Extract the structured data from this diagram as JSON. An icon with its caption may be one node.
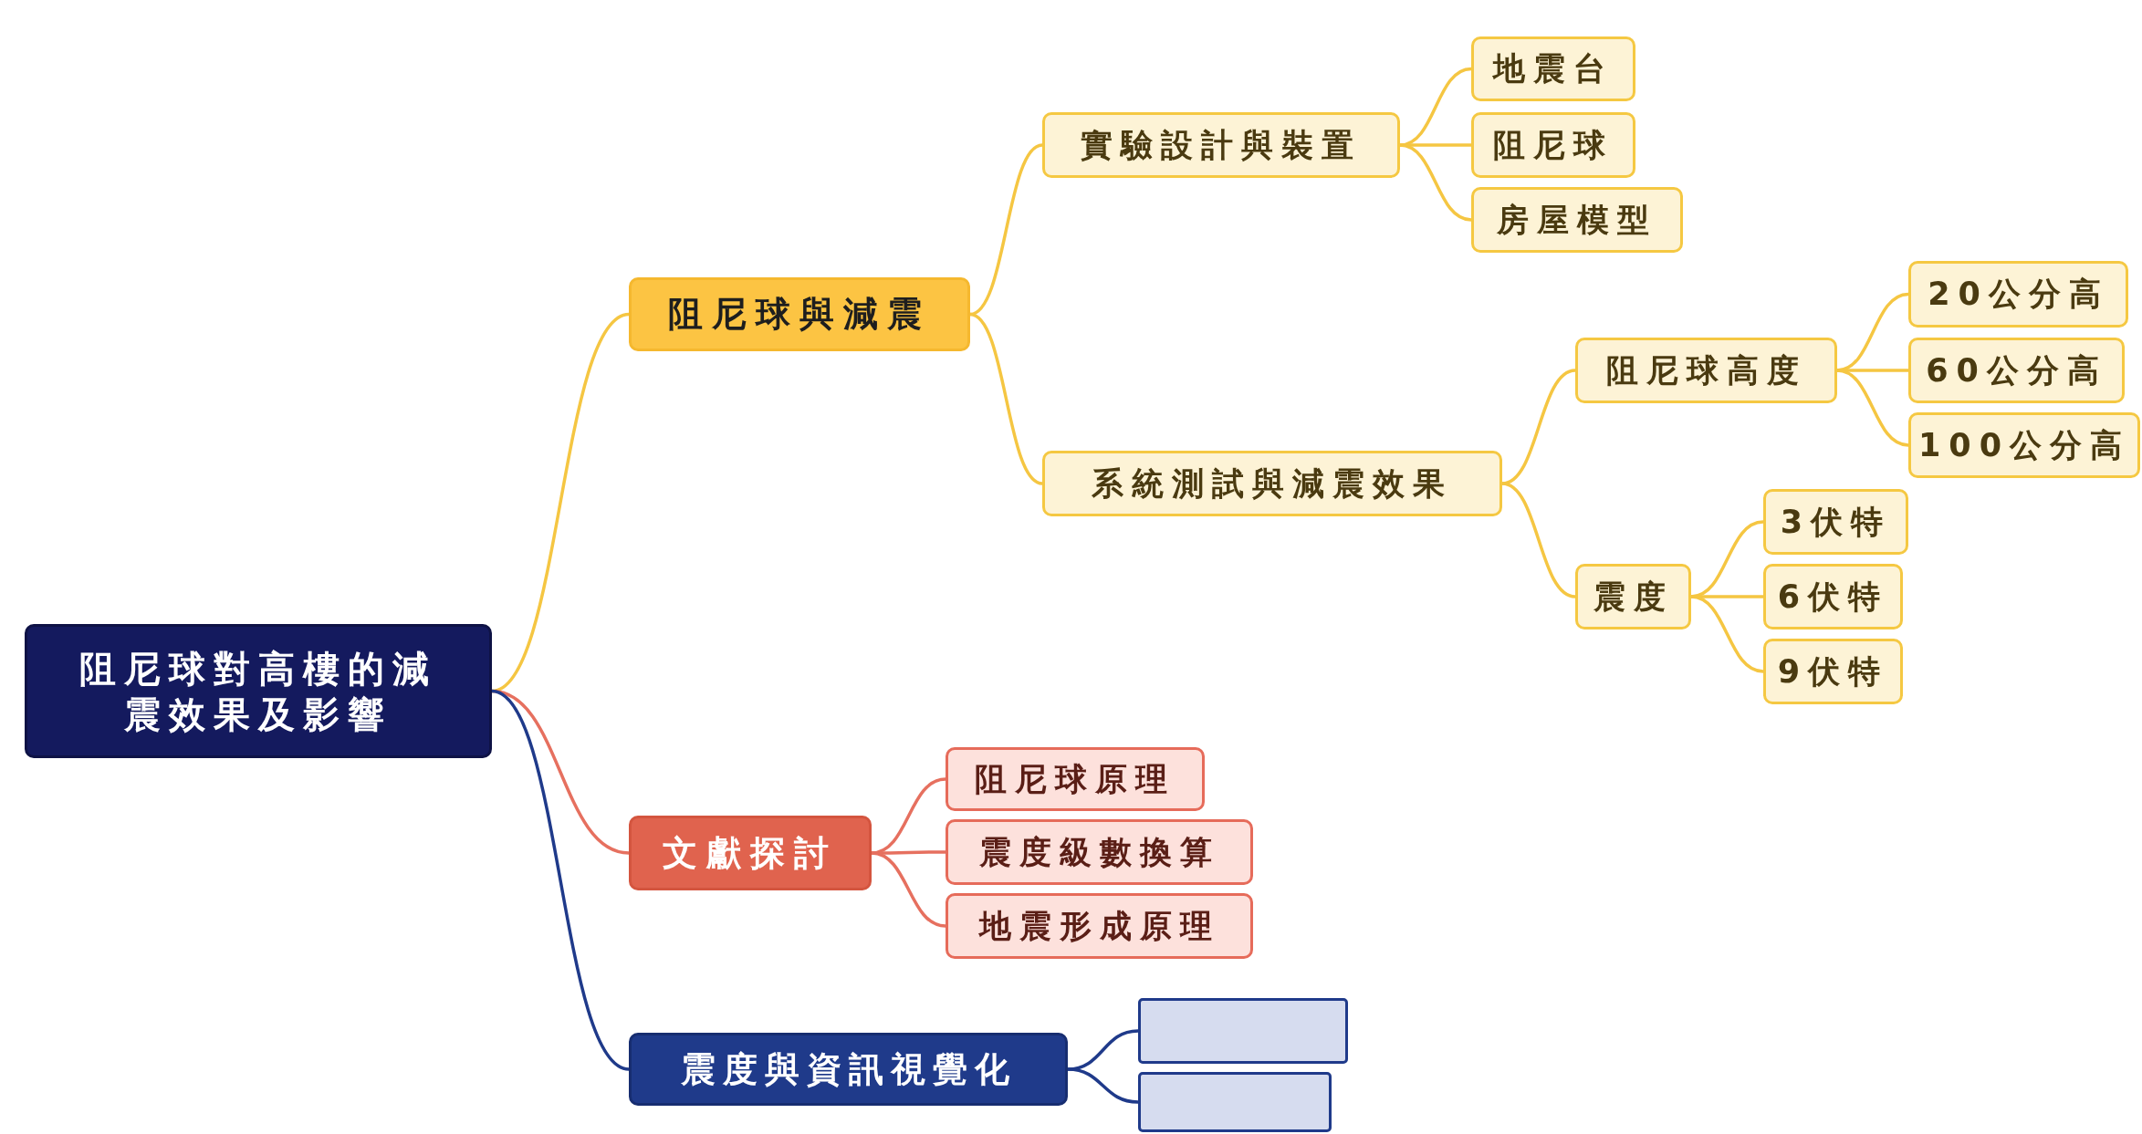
{
  "diagram": {
    "nodes": [
      {
        "text": [
          "阻尼球對高樓的減震效果及影響"
        ]
      },
      {
        "text": [
          "阻尼球與減震"
        ]
      },
      {
        "text": [
          "實驗設計與裝置"
        ]
      },
      {
        "text": [
          "地震台"
        ]
      },
      {
        "text": [
          "阻尼球"
        ]
      },
      {
        "text": [
          "房屋模型"
        ]
      },
      {
        "text": [
          "系統測試與減震效果"
        ]
      },
      {
        "text": [
          "阻尼球高度"
        ]
      },
      {
        "text": [
          "20公分高"
        ]
      },
      {
        "text": [
          "60公分高"
        ]
      },
      {
        "text": [
          "100公分高"
        ]
      },
      {
        "text": [
          "震度"
        ]
      },
      {
        "text": [
          "3伏特"
        ]
      },
      {
        "text": [
          "6伏特"
        ]
      },
      {
        "text": [
          "9伏特"
        ]
      },
      {
        "text": [
          "文獻探討"
        ]
      },
      {
        "text": [
          "阻尼球原理"
        ]
      },
      {
        "text": [
          "震度級數換算"
        ]
      },
      {
        "text": [
          "地震形成原理"
        ]
      },
      {
        "text": [
          "震度與資訊視覺化"
        ]
      },
      {
        "text": [],
        "shape": "box"
      },
      {
        "text": [],
        "shape": "box"
      }
    ],
    "edges": [
      {
        "from": 0,
        "to": 1,
        "arrow": "none"
      },
      {
        "from": 1,
        "to": 2,
        "arrow": "none"
      },
      {
        "from": 2,
        "to": 3,
        "arrow": "none"
      },
      {
        "from": 2,
        "to": 4,
        "arrow": "none"
      },
      {
        "from": 2,
        "to": 5,
        "arrow": "none"
      },
      {
        "from": 1,
        "to": 6,
        "arrow": "none"
      },
      {
        "from": 6,
        "to": 7,
        "arrow": "none"
      },
      {
        "from": 7,
        "to": 8,
        "arrow": "none"
      },
      {
        "from": 7,
        "to": 9,
        "arrow": "none"
      },
      {
        "from": 7,
        "to": 10,
        "arrow": "none"
      },
      {
        "from": 6,
        "to": 11,
        "arrow": "none"
      },
      {
        "from": 11,
        "to": 12,
        "arrow": "none"
      },
      {
        "from": 11,
        "to": 13,
        "arrow": "none"
      },
      {
        "from": 11,
        "to": 14,
        "arrow": "none"
      },
      {
        "from": 0,
        "to": 15,
        "arrow": "none",
        "color": "#e6705f"
      },
      {
        "from": 15,
        "to": 16,
        "arrow": "none",
        "color": "#e6705f"
      },
      {
        "from": 15,
        "to": 17,
        "arrow": "none",
        "color": "#e6705f"
      },
      {
        "from": 15,
        "to": 18,
        "arrow": "none",
        "color": "#e6705f"
      },
      {
        "from": 0,
        "to": 19,
        "arrow": "none",
        "color": "#1f3a8a"
      },
      {
        "from": 19,
        "to": 20,
        "arrow": "none",
        "color": "#1f3a8a"
      },
      {
        "from": 19,
        "to": 21,
        "arrow": "none",
        "color": "#1f3a8a"
      }
    ]
  }
}
